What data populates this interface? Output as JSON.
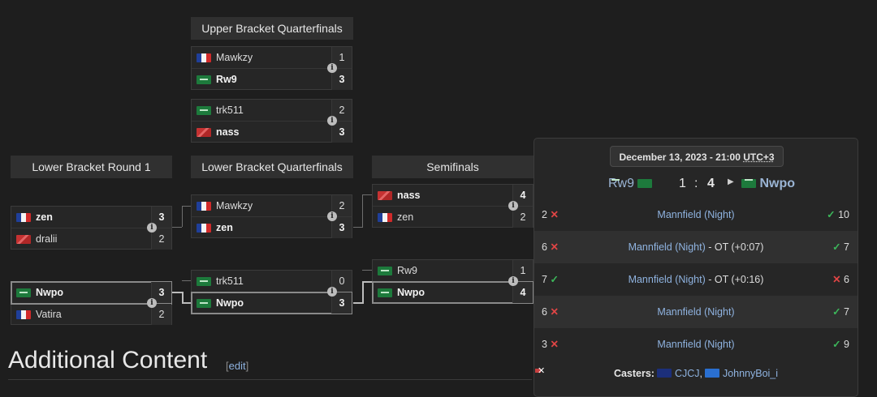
{
  "headers": {
    "ubqf": "Upper Bracket Quarterfinals",
    "lbr1": "Lower Bracket Round 1",
    "lbqf": "Lower Bracket Quarterfinals",
    "semis": "Semifinals"
  },
  "matches": {
    "ub1": {
      "top": {
        "name": "Mawkzy",
        "score": "1",
        "flag": "fr-flag-icon"
      },
      "bot": {
        "name": "Rw9",
        "score": "3",
        "flag": "sa-flag-icon"
      }
    },
    "ub2": {
      "top": {
        "name": "trk511",
        "score": "2",
        "flag": "sa-flag-icon"
      },
      "bot": {
        "name": "nass",
        "score": "3",
        "flag": "red-flag-icon"
      }
    },
    "lr1": {
      "top": {
        "name": "zen",
        "score": "3",
        "flag": "fr-flag-icon"
      },
      "bot": {
        "name": "dralii",
        "score": "2",
        "flag": "red-flag-icon"
      }
    },
    "lr2": {
      "top": {
        "name": "Nwpo",
        "score": "3",
        "flag": "sa-flag-icon"
      },
      "bot": {
        "name": "Vatira",
        "score": "2",
        "flag": "fr-flag-icon"
      }
    },
    "lq1": {
      "top": {
        "name": "Mawkzy",
        "score": "2",
        "flag": "fr-flag-icon"
      },
      "bot": {
        "name": "zen",
        "score": "3",
        "flag": "fr-flag-icon"
      }
    },
    "lq2": {
      "top": {
        "name": "trk511",
        "score": "0",
        "flag": "sa-flag-icon"
      },
      "bot": {
        "name": "Nwpo",
        "score": "3",
        "flag": "sa-flag-icon"
      }
    },
    "sf1": {
      "top": {
        "name": "nass",
        "score": "4",
        "flag": "red-flag-icon"
      },
      "bot": {
        "name": "zen",
        "score": "2",
        "flag": "fr-flag-icon"
      }
    },
    "sf2": {
      "top": {
        "name": "Rw9",
        "score": "1",
        "flag": "sa-flag-icon"
      },
      "bot": {
        "name": "Nwpo",
        "score": "4",
        "flag": "sa-flag-icon"
      }
    }
  },
  "info_icon": "i",
  "section": {
    "title": "Additional Content",
    "edit_open": "[",
    "edit_label": "edit",
    "edit_close": "]"
  },
  "popup": {
    "date": "December 13, 2023 - 21:00",
    "timezone": "UTC+3",
    "left_player": "Rw9",
    "right_player": "Nwpo",
    "score_left": "1",
    "colon": ":",
    "score_right": "4",
    "games": [
      {
        "l": "2",
        "map": "Mannfield (Night)",
        "extra": "",
        "r": "10",
        "winner": "right"
      },
      {
        "l": "6",
        "map": "Mannfield (Night)",
        "extra": " - OT (+0:07)",
        "r": "7",
        "winner": "right"
      },
      {
        "l": "7",
        "map": "Mannfield (Night)",
        "extra": " - OT (+0:16)",
        "r": "6",
        "winner": "left"
      },
      {
        "l": "6",
        "map": "Mannfield (Night)",
        "extra": "",
        "r": "7",
        "winner": "right"
      },
      {
        "l": "3",
        "map": "Mannfield (Night)",
        "extra": "",
        "r": "9",
        "winner": "right"
      }
    ],
    "casters_label": "Casters:",
    "caster1": "CJCJ",
    "caster_sep": ", ",
    "caster2": "JohnnyBoi_i"
  },
  "colors": {
    "win_check": "#3cb55a",
    "loss_x": "#e04545",
    "link": "#8fb3e0"
  }
}
